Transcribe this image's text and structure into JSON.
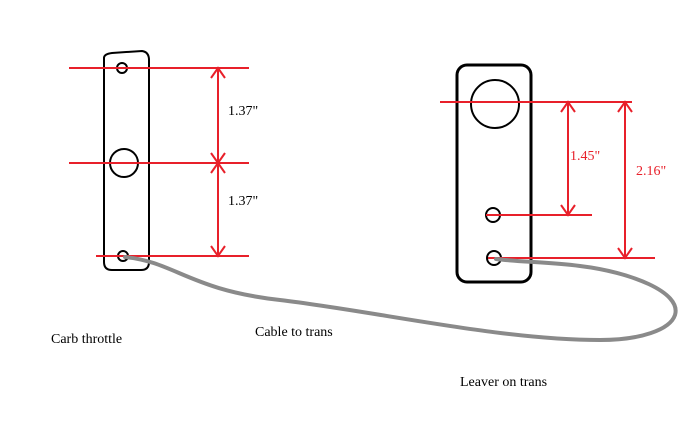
{
  "carb": {
    "label": "Carb throttle",
    "dim_upper": "1.37\"",
    "dim_lower": "1.37\""
  },
  "cable": {
    "label": "Cable to trans"
  },
  "lever": {
    "label": "Leaver on trans",
    "dim_short": "1.45\"",
    "dim_long": "2.16\""
  },
  "colors": {
    "dimension_lines": "#e8202a",
    "outline": "#000000",
    "cable": "#8a8a8a"
  }
}
